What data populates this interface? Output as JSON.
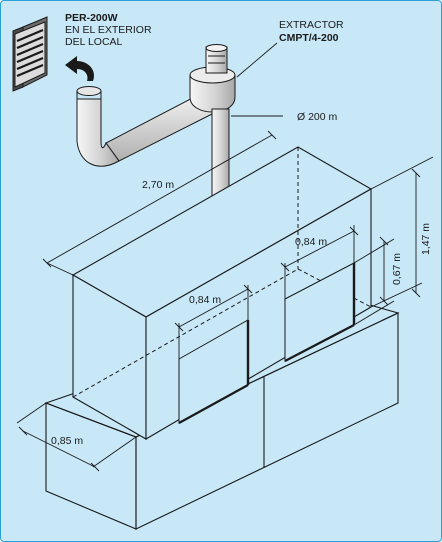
{
  "labels": {
    "per_line1": "PER-200W",
    "per_line2": "EN EL EXTERIOR",
    "per_line3": "DEL LOCAL",
    "extractor_line1": "EXTRACTOR",
    "extractor_line2": "CMPT/4-200",
    "diameter": "Ø 200 m",
    "length": "2,70 m",
    "height": "1,47 m",
    "opening_height": "0,67 m",
    "opening_width_left": "0,84 m",
    "opening_width_right": "0,84 m",
    "depth": "0,85 m"
  },
  "colors": {
    "background": "#c8e8f8",
    "border": "#2a9fd8",
    "line": "#1a1a1a",
    "duct": "#e4e4e4"
  },
  "icons": {
    "grille": "wall-grille-icon",
    "arrow": "curved-arrow-icon"
  }
}
